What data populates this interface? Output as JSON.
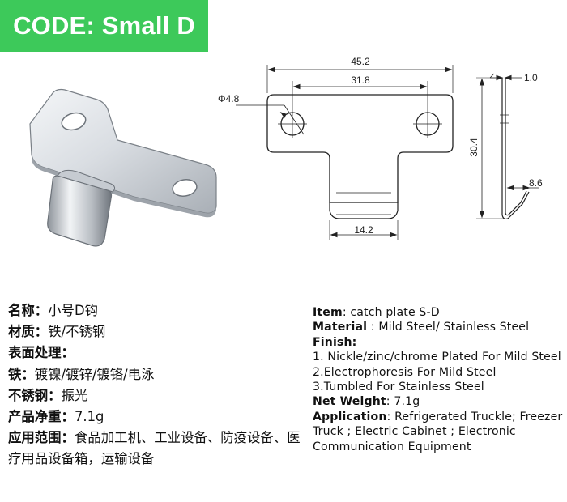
{
  "banner": {
    "code_label": "CODE: Small D"
  },
  "drawing": {
    "dim_width": "45.2",
    "dim_hole_spacing": "31.8",
    "dim_hole_dia": "Φ4.8",
    "dim_hook_width": "14.2",
    "dim_thickness": "1.0",
    "dim_height": "30.4",
    "dim_hook_depth": "8.6"
  },
  "zh": {
    "name_key": "名称：",
    "name_val": "小号D钩",
    "material_key": "材质：",
    "material_val": "铁/不锈钢",
    "surface_key": "表面处理：",
    "iron_key": "铁：",
    "iron_val": "镀镍/镀锌/镀铬/电泳",
    "ss_key": "不锈钢：",
    "ss_val": "振光",
    "weight_key": "产品净重：",
    "weight_val": "7.1g",
    "app_key": "应用范围：",
    "app_val": "食品加工机、工业设备、防疫设备、医疗用品设备箱，运输设备"
  },
  "en": {
    "item_key": "Item",
    "item_val": ": catch plate S-D",
    "material_key": "Material",
    "material_val": " : Mild Steel/ Stainless Steel",
    "finish_key": "Finish:",
    "finish_1": "1. Nickle/zinc/chrome Plated For Mild Steel",
    "finish_2": "2.Electrophoresis For Mild Steel",
    "finish_3": "3.Tumbled For Stainless Steel",
    "weight_key": "Net Weight",
    "weight_val": ": 7.1g",
    "app_key": "Application",
    "app_val": ": Refrigerated Truckle; Freezer Truck ; Electric Cabinet ; Electronic Communication Equipment"
  },
  "colors": {
    "banner_green": "#3dc95a",
    "banner_text": "#ffffff"
  }
}
